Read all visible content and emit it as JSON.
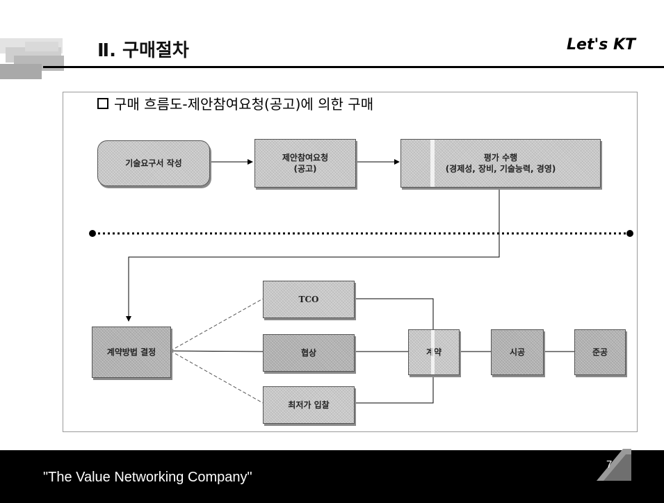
{
  "header": {
    "title": "Ⅱ. 구매절차",
    "logo_text": "Let's KT"
  },
  "main": {
    "subtitle": "구매 흐름도-제안참여요청(공고)에 의한 구매"
  },
  "flow": {
    "top": {
      "step1": "기술요구서 작성",
      "step2_line1": "제안참여요청",
      "step2_line2": "(공고)",
      "step3_line1": "평가 수행",
      "step3_line2": "(경제성, 장비, 기술능력, 경영)"
    },
    "bottom": {
      "decide": "계약방법 결정",
      "tco": "TCO",
      "negotiation": "협상",
      "lowest_bid": "최저가 입찰",
      "contract": "계약",
      "construction": "시공",
      "completion": "준공"
    }
  },
  "footer": {
    "tagline": "\"The Value Networking Company\"",
    "page_number": "7"
  },
  "colors": {
    "footer_bg": "#000000",
    "box_fill": "#c9c9c9",
    "line": "#000000"
  }
}
